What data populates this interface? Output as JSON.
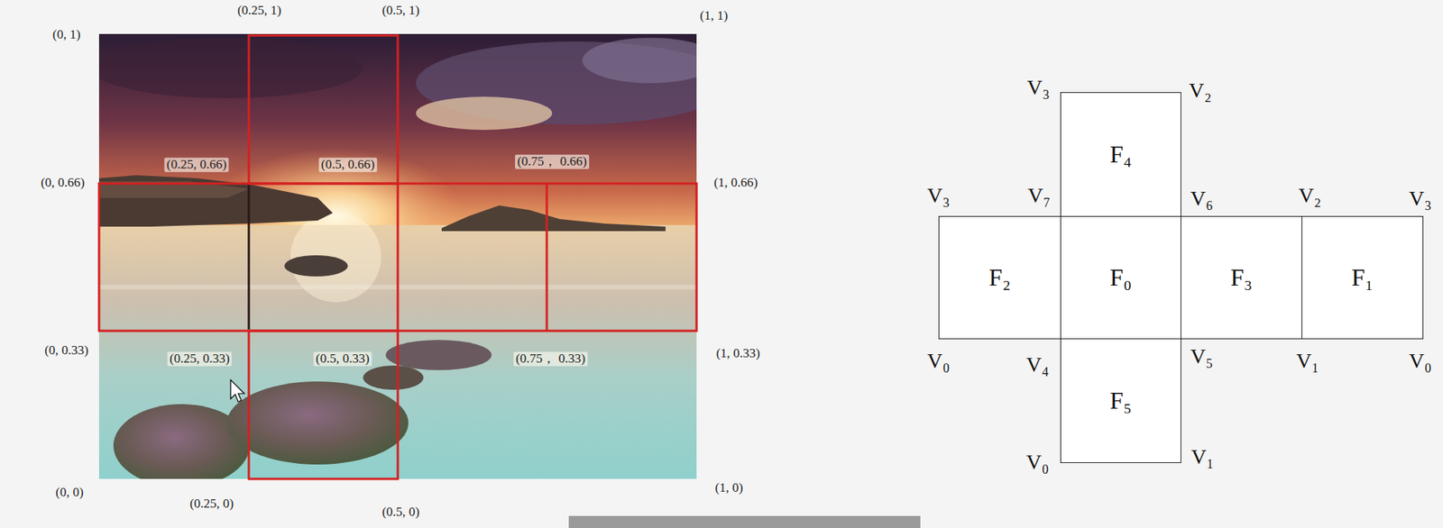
{
  "diagram": {
    "nodes": [
      {
        "text": [
          "F₄"
        ]
      },
      {
        "text": [
          "F₂"
        ]
      },
      {
        "text": [
          "F₀"
        ]
      },
      {
        "text": [
          "F₃"
        ]
      },
      {
        "text": [
          "F₁"
        ]
      },
      {
        "text": [
          "F₅"
        ]
      }
    ],
    "labels": [
      "(0.25, 1)",
      "(0.5, 1)",
      "(1, 1)",
      "(0, 1)",
      "(0.25, 0.66)",
      "(0.5, 0.66)",
      "(0.75， 0.66)",
      "(0, 0.66)",
      "(1, 0.66)",
      "(0, 0.33)",
      "(0.25, 0.33)",
      "(0.5, 0.33)",
      "(0.75， 0.33)",
      "(1, 0.33)",
      "(0, 0)",
      "(0.25, 0)",
      "(0.5, 0)",
      "(1, 0)",
      "V₃",
      "V₂",
      "V₃",
      "V₇",
      "V₆",
      "V₂",
      "V₃",
      "V₀",
      "V₄",
      "V₅",
      "V₁",
      "V₀",
      "V₀",
      "V₁"
    ]
  }
}
